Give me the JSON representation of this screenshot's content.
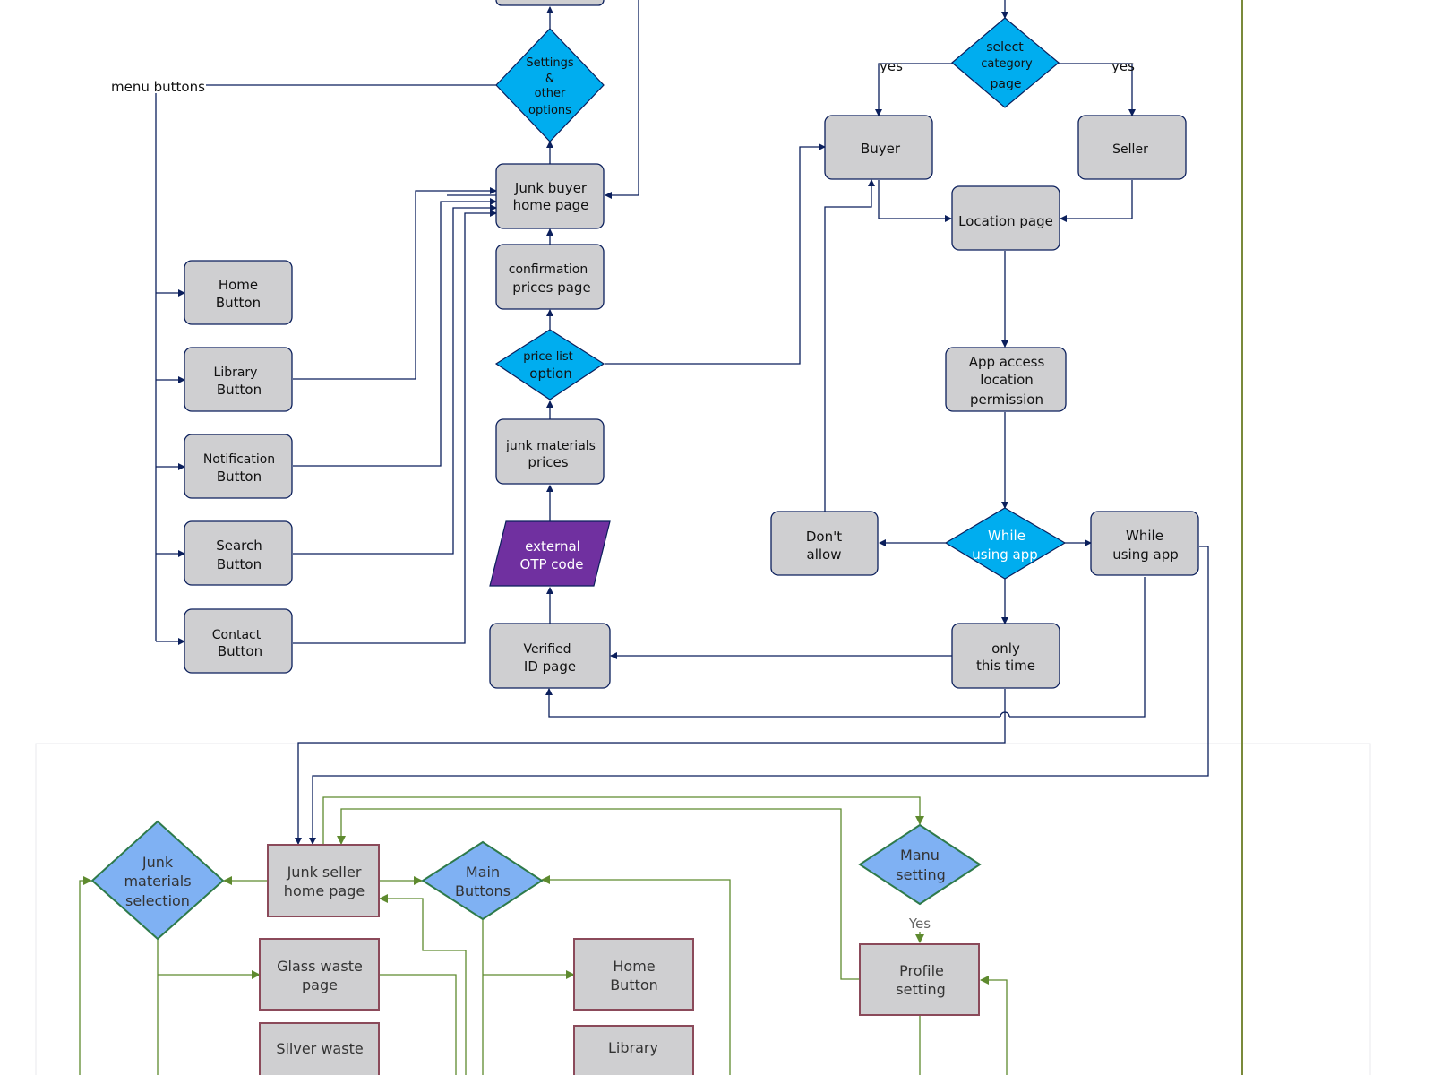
{
  "colors": {
    "navy": "#0b1f5c",
    "green": "#5e8a2e",
    "box_fill": "#cfcfd1",
    "diamond_blue": "#00adef",
    "diamond_light": "#7fb1f3",
    "para_purple": "#7030a0",
    "maroon": "#8b4a5a",
    "divider": "#7a8a3a"
  },
  "nodes": {
    "top_partial": "",
    "settings": [
      "Settings",
      "&",
      "other",
      "options"
    ],
    "menu_buttons": "menu buttons",
    "junk_buyer_home": [
      "Junk buyer",
      "home  page"
    ],
    "confirmation": [
      "confirmation",
      "prices page"
    ],
    "price_list": [
      "price  list",
      "option"
    ],
    "junk_materials_prices": [
      "junk  materials",
      "prices"
    ],
    "external_otp": [
      "external",
      "OTP code"
    ],
    "verified_id": [
      "Verified",
      "ID page"
    ],
    "home_button": [
      "Home",
      "Button"
    ],
    "library_button": [
      "Library",
      "Button"
    ],
    "notification_button": [
      "Notification",
      "Button"
    ],
    "search_button": [
      "Search",
      "Button"
    ],
    "contact_button": [
      "Contact",
      "Button"
    ],
    "select_category": [
      "select",
      "category",
      "page"
    ],
    "yes_left": "yes",
    "yes_right": "yes",
    "buyer": "Buyer",
    "seller": "Seller",
    "location_page": "Location page",
    "app_access": [
      "App access",
      "location",
      "permission"
    ],
    "while_using_decision": [
      "While",
      "using app"
    ],
    "dont_allow": [
      "Don't",
      "allow"
    ],
    "while_using_box": [
      "While",
      "using app"
    ],
    "only_this_time": [
      "only",
      "this time"
    ],
    "junk_seller_home": [
      "Junk  seller",
      "home page"
    ],
    "junk_materials_selection": [
      "Junk",
      "materials",
      "selection"
    ],
    "main_buttons": [
      "Main",
      "Buttons"
    ],
    "manu_setting": [
      "Manu",
      "setting"
    ],
    "yes_green": "Yes",
    "profile_setting": [
      "Profile",
      "setting"
    ],
    "glass_waste": [
      "Glass waste",
      "page"
    ],
    "silver_waste": [
      "Silver  waste"
    ],
    "home_button_2": [
      "Home",
      "Button"
    ],
    "library_2": [
      "Library"
    ]
  }
}
